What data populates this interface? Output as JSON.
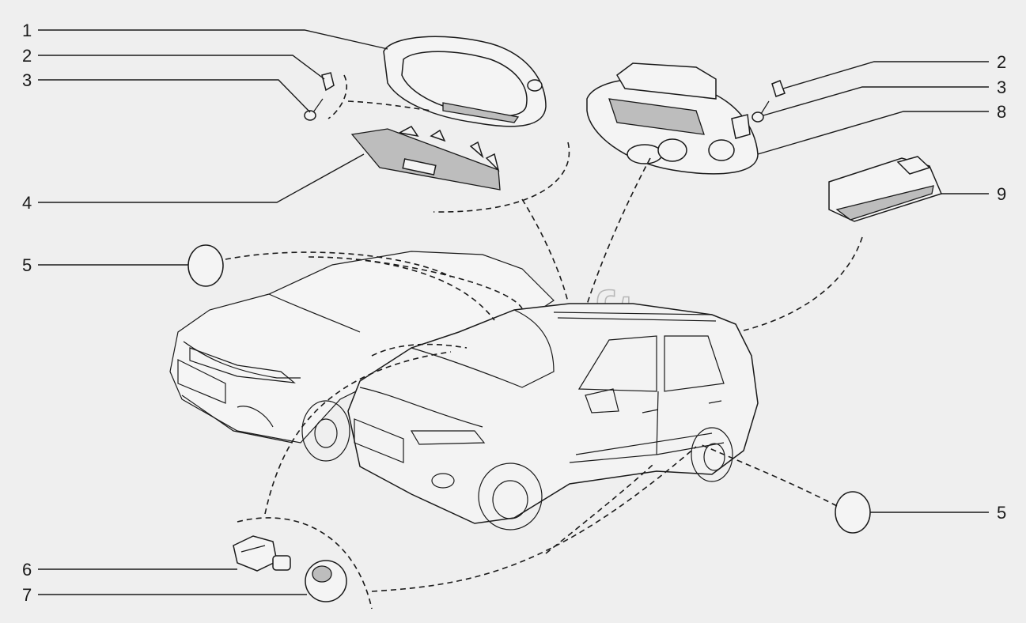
{
  "watermark": "AutoSoft",
  "callouts": [
    {
      "id": "c1",
      "label": "1"
    },
    {
      "id": "c2a",
      "label": "2"
    },
    {
      "id": "c3a",
      "label": "3"
    },
    {
      "id": "c4",
      "label": "4"
    },
    {
      "id": "c5a",
      "label": "5"
    },
    {
      "id": "c6",
      "label": "6"
    },
    {
      "id": "c7",
      "label": "7"
    },
    {
      "id": "c2b",
      "label": "2"
    },
    {
      "id": "c3b",
      "label": "3"
    },
    {
      "id": "c8",
      "label": "8"
    },
    {
      "id": "c9",
      "label": "9"
    },
    {
      "id": "c5b",
      "label": "5"
    }
  ],
  "colors": {
    "background": "#efefef",
    "ink": "#1a1a1a",
    "watermark": "#8a8a8a"
  }
}
